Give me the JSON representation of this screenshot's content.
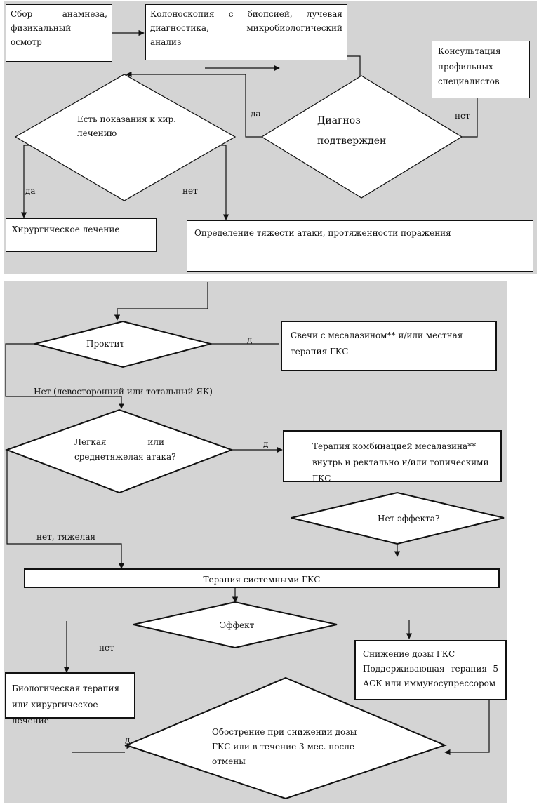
{
  "boxes": {
    "anamnesis": [
      "Сбор",
      "анамнеза,",
      "физикальный",
      "осмотр"
    ],
    "colonoscopy": [
      "Колоноскопия",
      "с",
      "биопсией,",
      "лучевая",
      "диагностика,",
      "микробиологический",
      "анализ"
    ],
    "consult": "Консультация профильных специалистов",
    "surgery": "Хирургическое лечение",
    "severity": "Определение тяжести атаки, протяженности поражения",
    "suppositories": "Свечи с месалазином** и/или местная терапия ГКС",
    "combo": "Терапия комбинацией месалазина** внутрь и ректально и/или топическими ГКС",
    "systemic": "Терапия системными ГКС",
    "bio": "Биологическая терапия или хирургическое лечение",
    "reduction": [
      "Снижение дозы ГКС",
      "Поддерживающая",
      "терапия",
      "5",
      "АСК или иммуносупрессором"
    ]
  },
  "diamonds": {
    "surgery_indication": [
      "Есть показания к хир.",
      "лечению"
    ],
    "diagnosis": [
      "Диагноз",
      "подтвержден"
    ],
    "proctitis": "Проктит",
    "mild_moderate": [
      "Легкая",
      "или",
      "среднетяжелая атака?"
    ],
    "no_effect": "Нет эффекта?",
    "effect": "Эффект",
    "exacerbation": [
      "Обострение",
      "при",
      "снижении",
      "дозы",
      "ГКС",
      "или",
      "в",
      "течение",
      "3",
      "мес.",
      "после",
      "отмены"
    ]
  },
  "labels": {
    "da_diag": "да",
    "net_diag": "нет",
    "da_surg": "да",
    "net_surg": "нет",
    "d_proct": "д",
    "not_proct": "Нет (левосторонний или тотальный ЯК)",
    "d_mild": "д",
    "net_severe": "нет,  тяжелая",
    "net_effect": "нет",
    "d_exac": "д"
  }
}
